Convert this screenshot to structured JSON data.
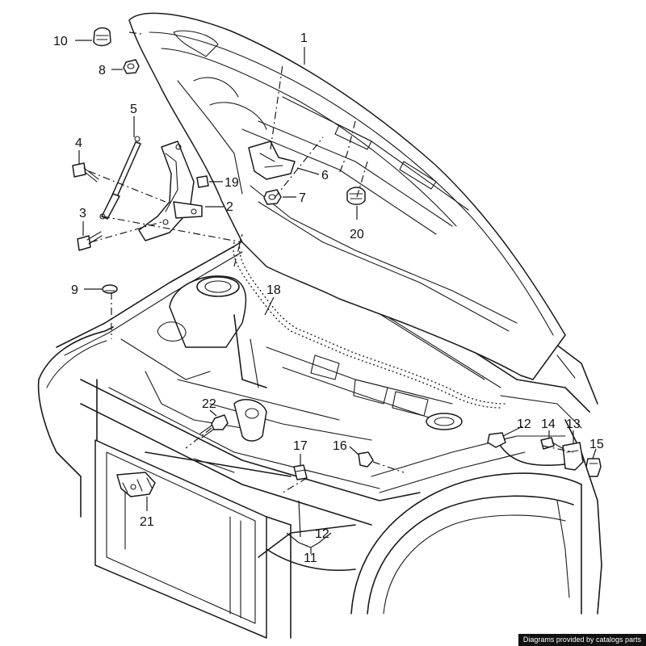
{
  "diagram": {
    "credit": "Diagrams provided by catalogs parts",
    "callouts": {
      "c1": "1",
      "c2": "2",
      "c3": "3",
      "c4": "4",
      "c5": "5",
      "c6": "6",
      "c7": "7",
      "c8": "8",
      "c9": "9",
      "c10": "10",
      "c11": "11",
      "c12a": "12",
      "c12b": "12",
      "c13": "13",
      "c14": "14",
      "c15": "15",
      "c16": "16",
      "c17": "17",
      "c18": "18",
      "c19": "19",
      "c20": "20",
      "c21": "21",
      "c22": "22"
    }
  }
}
